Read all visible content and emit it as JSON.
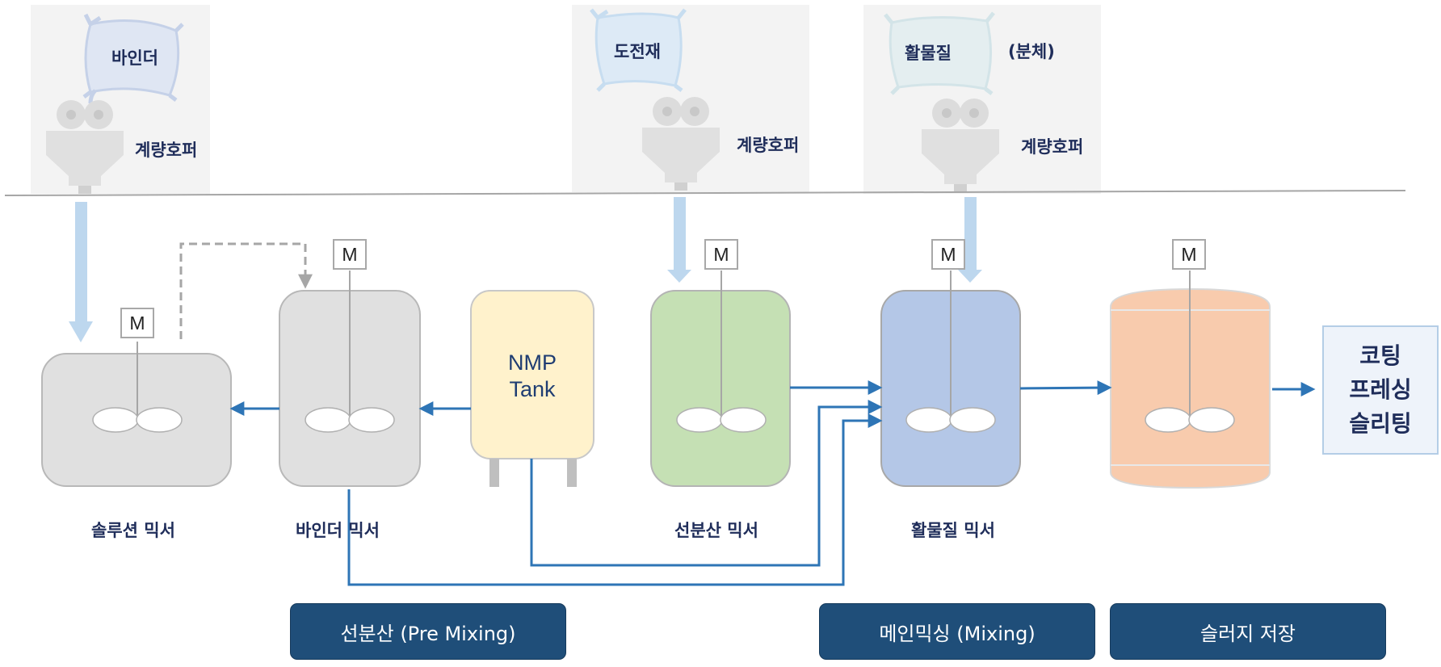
{
  "hoppers": {
    "binder": {
      "bag_label": "바인더",
      "hopper_label": "계량호퍼"
    },
    "conductive": {
      "bag_label": "도전재",
      "hopper_label": "계량호퍼"
    },
    "active": {
      "bag_label": "활물질",
      "extra_label": "(분체)",
      "hopper_label": "계량호퍼"
    }
  },
  "motor_label": "M",
  "mixers": {
    "solution": {
      "label": "솔루션 믹서"
    },
    "binder": {
      "label": "바인더 믹서"
    },
    "nmp_tank": {
      "line1": "NMP",
      "line2": "Tank"
    },
    "predispersion": {
      "label": "선분산 믹서"
    },
    "active": {
      "label": "활물질 믹서"
    }
  },
  "final_steps": [
    "코팅",
    "프레싱",
    "슬리팅"
  ],
  "stages": {
    "pre_mixing": "선분산 (Pre Mixing)",
    "main_mixing": "메인믹싱 (Mixing)",
    "slurry_storage": "슬러지 저장"
  },
  "colors": {
    "flow_line": "#2e75b6",
    "powder_feed": "#bdd7ee",
    "gray_vessel": "#e0e0e0",
    "nmp_tank": "#fff2cc",
    "predispersion_vessel": "#c5e0b4",
    "active_vessel": "#b4c7e7",
    "storage_tank": "#f8cbad",
    "stage_button": "#1f4e79",
    "label_text": "#1f2d5a"
  },
  "icons": [
    "bag-icon",
    "hopper-icon",
    "impeller-icon",
    "motor-icon",
    "arrow-icon"
  ]
}
